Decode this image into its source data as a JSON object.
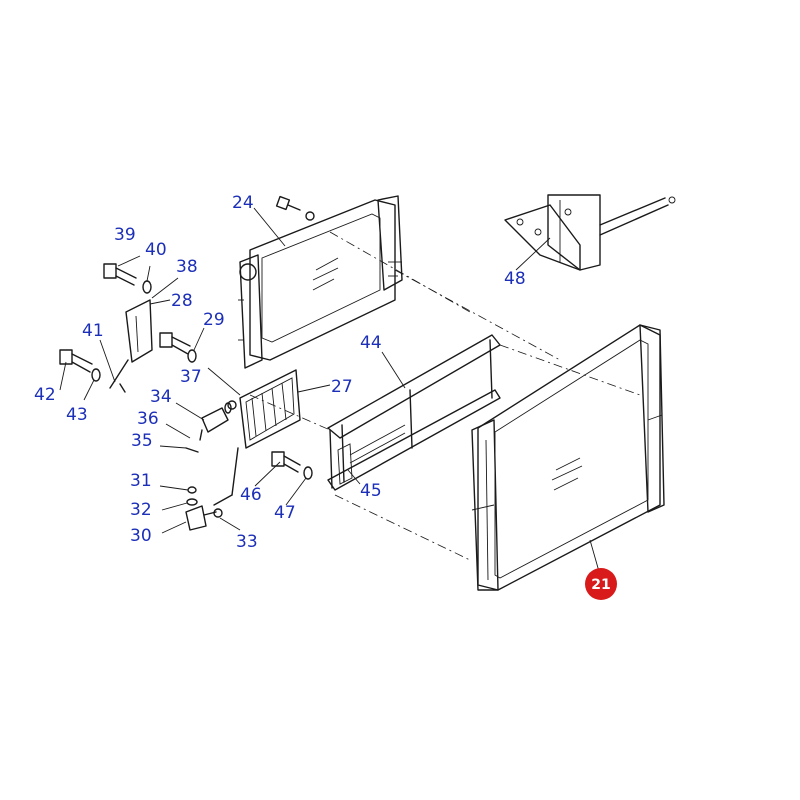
{
  "labels": {
    "p24": "24",
    "p39": "39",
    "p40": "40",
    "p38": "38",
    "p28": "28",
    "p41": "41",
    "p29": "29",
    "p42": "42",
    "p43": "43",
    "p37": "37",
    "p34": "34",
    "p36": "36",
    "p35": "35",
    "p27": "27",
    "p44": "44",
    "p45": "45",
    "p46": "46",
    "p47": "47",
    "p31": "31",
    "p32": "32",
    "p30": "30",
    "p33": "33",
    "p48": "48"
  },
  "badge": {
    "number": "21",
    "color": "#d81a1a"
  },
  "label_color": "#1c2fb8"
}
